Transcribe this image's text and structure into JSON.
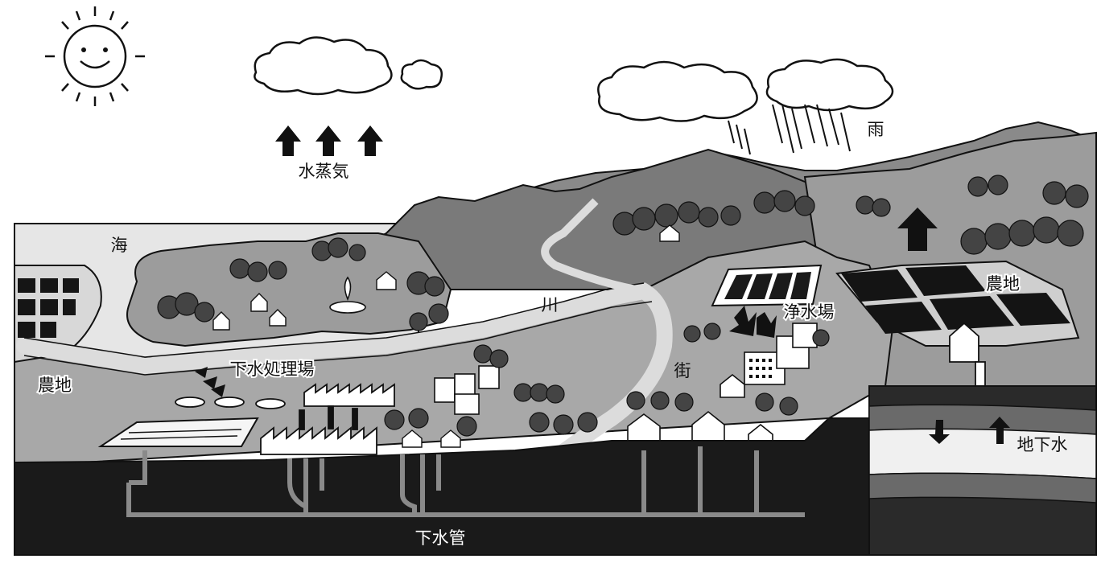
{
  "labels": {
    "water_vapor": "水蒸気",
    "rain": "雨",
    "sea": "海",
    "river": "川",
    "farmland_left": "農地",
    "farmland_right": "農地",
    "sewage_plant": "下水処理場",
    "water_purification_plant": "浄水場",
    "town": "街",
    "groundwater": "地下水",
    "sewer_pipe": "下水管"
  }
}
